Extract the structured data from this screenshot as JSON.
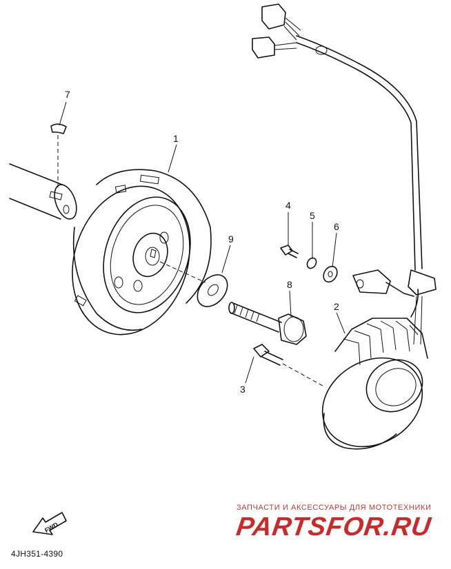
{
  "diagram": {
    "part_labels": {
      "p1": "1",
      "p2": "2",
      "p3": "3",
      "p4": "4",
      "p5": "5",
      "p6": "6",
      "p7": "7",
      "p8": "8",
      "p9": "9"
    },
    "fwd_label": "FWD",
    "catalog_code": "4JH351-4390"
  },
  "watermark": {
    "subtitle": "ЗАПЧАСТИ И АКСЕССУАРЫ ДЛЯ МОТОТЕХНИКИ",
    "brand": "PARTSFOR.RU",
    "color": "#c92a2a"
  }
}
